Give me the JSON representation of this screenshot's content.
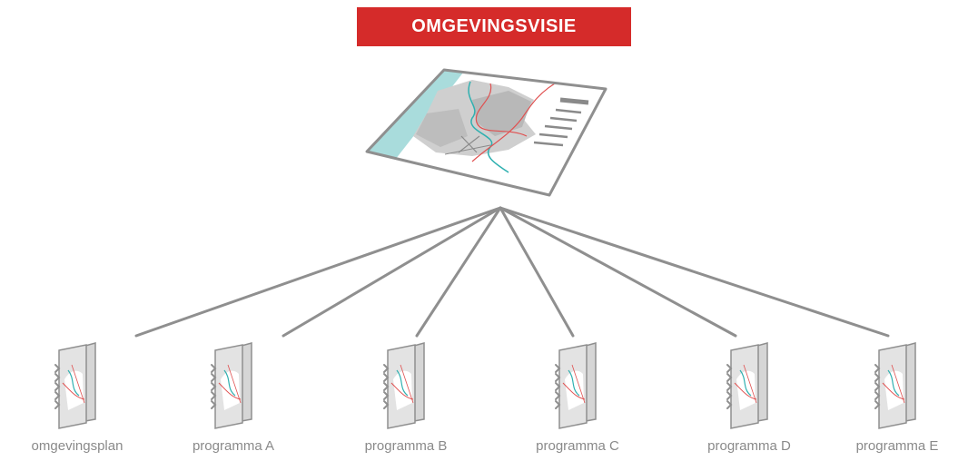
{
  "title": "OMGEVINGSVISIE",
  "colors": {
    "title_bg": "#d52b2a",
    "title_text": "#ffffff",
    "line": "#8f8f8f",
    "label": "#8a8a8a",
    "map_water": "#a9dcdc",
    "map_area": "#c8c8c8",
    "map_red": "#e05050",
    "map_teal": "#2fb0b0"
  },
  "main_document": {
    "icon": "map-document-icon"
  },
  "children": [
    {
      "label": "omgevingsplan",
      "icon": "binder-icon"
    },
    {
      "label": "programma A",
      "icon": "binder-icon"
    },
    {
      "label": "programma B",
      "icon": "binder-icon"
    },
    {
      "label": "programma C",
      "icon": "binder-icon"
    },
    {
      "label": "programma D",
      "icon": "binder-icon"
    },
    {
      "label": "programma E",
      "icon": "binder-icon"
    }
  ]
}
